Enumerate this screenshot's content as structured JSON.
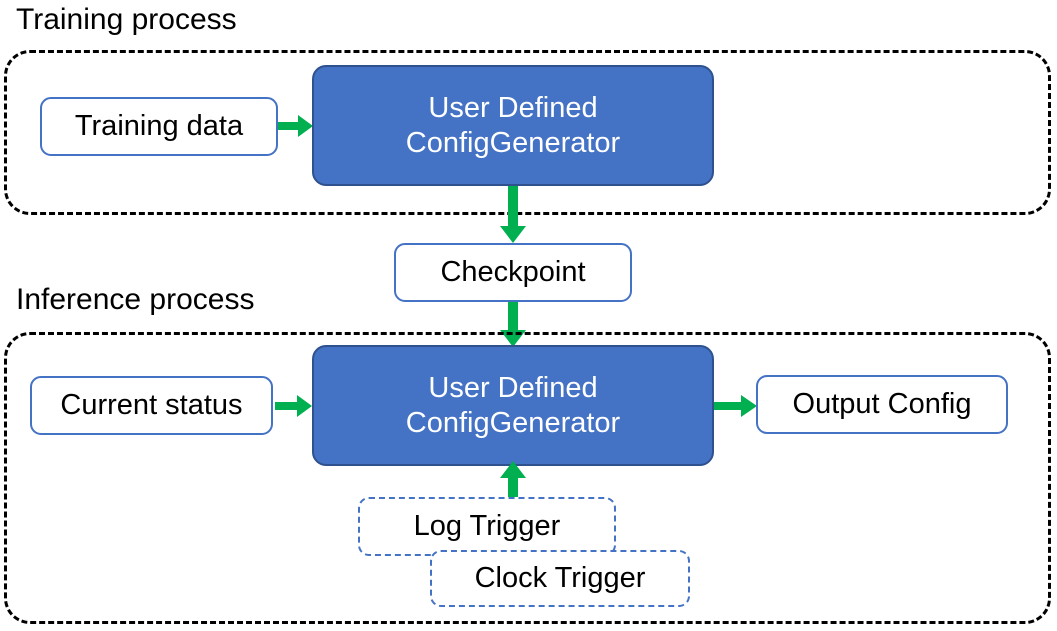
{
  "diagram": {
    "title_visible": false,
    "colors": {
      "accent_blue": "#4472C4",
      "arrow_green": "#00B050",
      "container_border": "#000000",
      "node_border": "#4472C4",
      "filled_text": "#FFFFFF",
      "text": "#000000",
      "background": "#FFFFFF"
    },
    "sections": [
      {
        "id": "training",
        "label": "Training process"
      },
      {
        "id": "inference",
        "label": "Inference process"
      }
    ],
    "nodes": {
      "training_data": {
        "label": "Training data",
        "style": "outline"
      },
      "train_generator": {
        "line1": "User Defined",
        "line2": "ConfigGenerator",
        "style": "filled"
      },
      "checkpoint": {
        "label": "Checkpoint",
        "style": "outline"
      },
      "current_status": {
        "label": "Current status",
        "style": "outline"
      },
      "infer_generator": {
        "line1": "User Defined",
        "line2": "ConfigGenerator",
        "style": "filled"
      },
      "output_config": {
        "label": "Output Config",
        "style": "outline"
      },
      "log_trigger": {
        "label": "Log Trigger",
        "style": "dashed"
      },
      "clock_trigger": {
        "label": "Clock Trigger",
        "style": "dashed"
      }
    },
    "arrows": [
      {
        "id": "training-data-to-generator",
        "from": "training_data",
        "to": "train_generator",
        "direction": "right"
      },
      {
        "id": "generator-to-checkpoint",
        "from": "train_generator",
        "to": "checkpoint",
        "direction": "down"
      },
      {
        "id": "checkpoint-to-generator",
        "from": "checkpoint",
        "to": "infer_generator",
        "direction": "down"
      },
      {
        "id": "status-to-generator",
        "from": "current_status",
        "to": "infer_generator",
        "direction": "right"
      },
      {
        "id": "generator-to-output",
        "from": "infer_generator",
        "to": "output_config",
        "direction": "right"
      },
      {
        "id": "trigger-to-generator",
        "from": "log_trigger",
        "to": "infer_generator",
        "direction": "up"
      }
    ]
  }
}
